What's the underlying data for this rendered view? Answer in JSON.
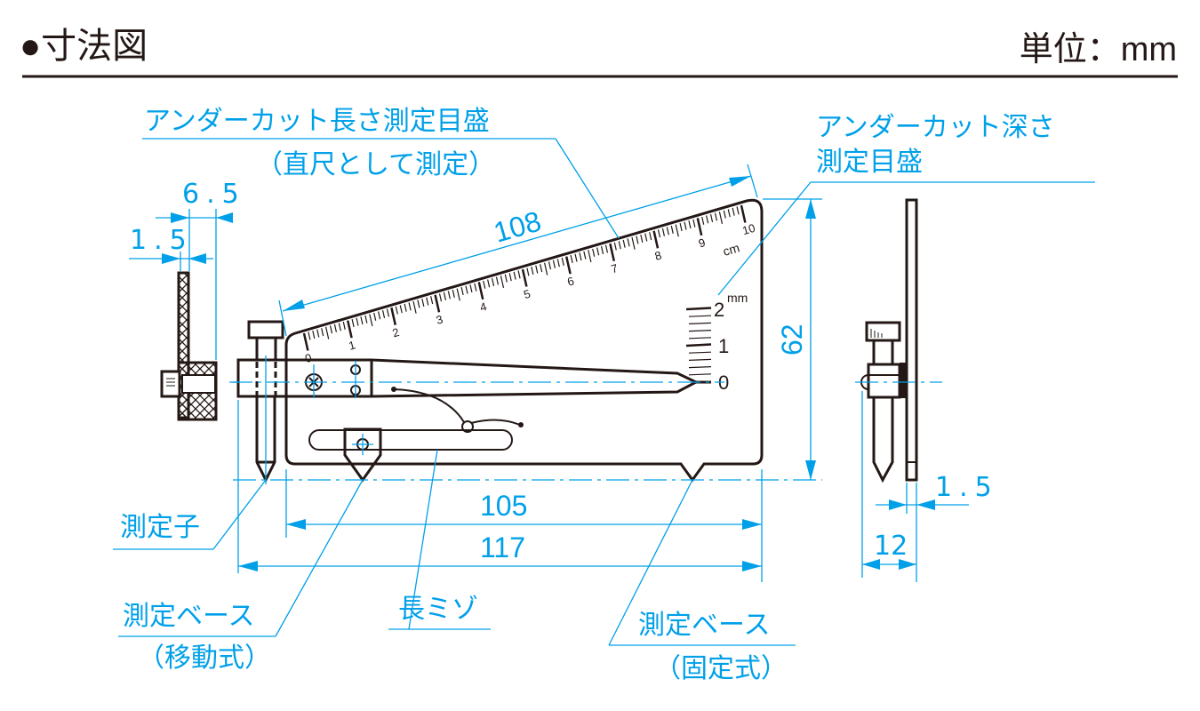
{
  "header": {
    "title": "●寸法図",
    "unit": "単位：mm"
  },
  "colors": {
    "line": "#231815",
    "dimension": "#00a0e9"
  },
  "labels": {
    "undercut_length_scale": "アンダーカット長さ測定目盛",
    "undercut_length_note": "（直尺として測定）",
    "undercut_depth_scale_1": "アンダーカット深さ",
    "undercut_depth_scale_2": "測定目盛",
    "probe": "測定子",
    "movable_base": "測定ベース",
    "movable_base_note": "（移動式）",
    "long_slot": "長ミゾ",
    "fixed_base": "測定ベース",
    "fixed_base_note": "（固定式）"
  },
  "dimensions": {
    "ruler_length": "108",
    "height": "62",
    "base_length": "105",
    "overall_length": "117",
    "side_plate": "1.5",
    "side_width": "6.5",
    "right_plate": "1.5",
    "right_width": "12"
  },
  "ruler": {
    "unit": "cm",
    "labels": [
      "0",
      "1",
      "2",
      "3",
      "4",
      "5",
      "6",
      "7",
      "8",
      "9",
      "10"
    ]
  },
  "depth_scale": {
    "unit": "mm",
    "labels": [
      "0",
      "1",
      "2"
    ]
  }
}
